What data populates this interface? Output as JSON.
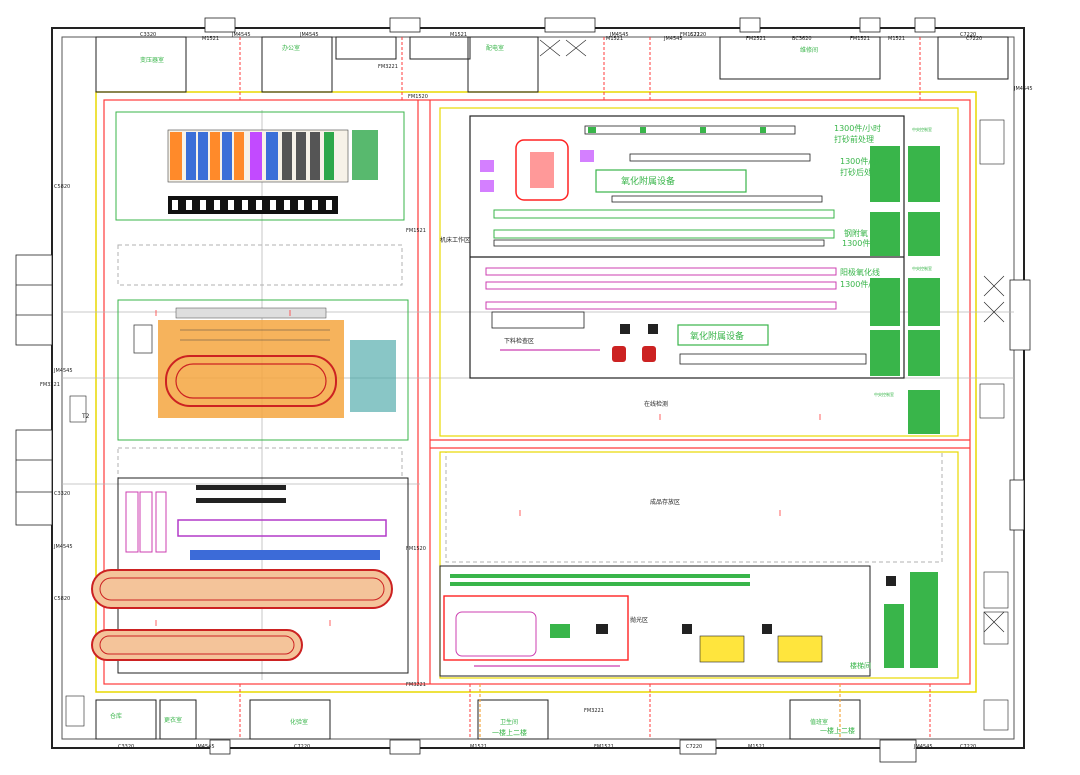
{
  "equipment_labels": {
    "oxidation_upper": "氧化附属设备",
    "oxidation_lower": "氧化附属设备",
    "line_1300_a": "1300件/小时",
    "line_1300_b": "打砂前处理",
    "line_1300_c": "1300件/小",
    "line_1300_d": "打砂后处",
    "alloy_a": "钢附氧",
    "alloy_b": "1300件/",
    "alloy_c": "阳极氧化线",
    "alloy_d": "1300件/",
    "upper_floor_left": "一楼上二楼",
    "upper_floor_right": "一楼上二楼",
    "staircase": "楼梯间"
  },
  "door_codes": [
    "C3320",
    "JM4545",
    "M1521",
    "JM4545",
    "C7220",
    "M1521",
    "JM4545",
    "FM3221",
    "M1521",
    "JM4545",
    "FM1521",
    "C7220",
    "FM2521",
    "BC3620",
    "FM1521",
    "M1521",
    "C7220",
    "FM3221",
    "C7220",
    "C3320",
    "JM4545",
    "C5820",
    "JM4545",
    "C3320",
    "JM4545",
    "C5820",
    "FM3221",
    "C7220",
    "M1521",
    "JM4545",
    "FM1521",
    "M1521",
    "C7220",
    "JM4545"
  ],
  "room_labels": [
    "变压器室",
    "办公室",
    "配电室",
    "维修间",
    "仓库",
    "更衣室",
    "化验室",
    "卫生间",
    "值班室"
  ],
  "corridor_codes": [
    "FM1520",
    "FM1521",
    "FM1520",
    "FM3221"
  ],
  "small_annotations": [
    "T2",
    "下料检查区",
    "在线检测",
    "中央控制室",
    "中央控制室",
    "中央控制室",
    "成品存放区",
    "机床工作区",
    "抛光区"
  ]
}
